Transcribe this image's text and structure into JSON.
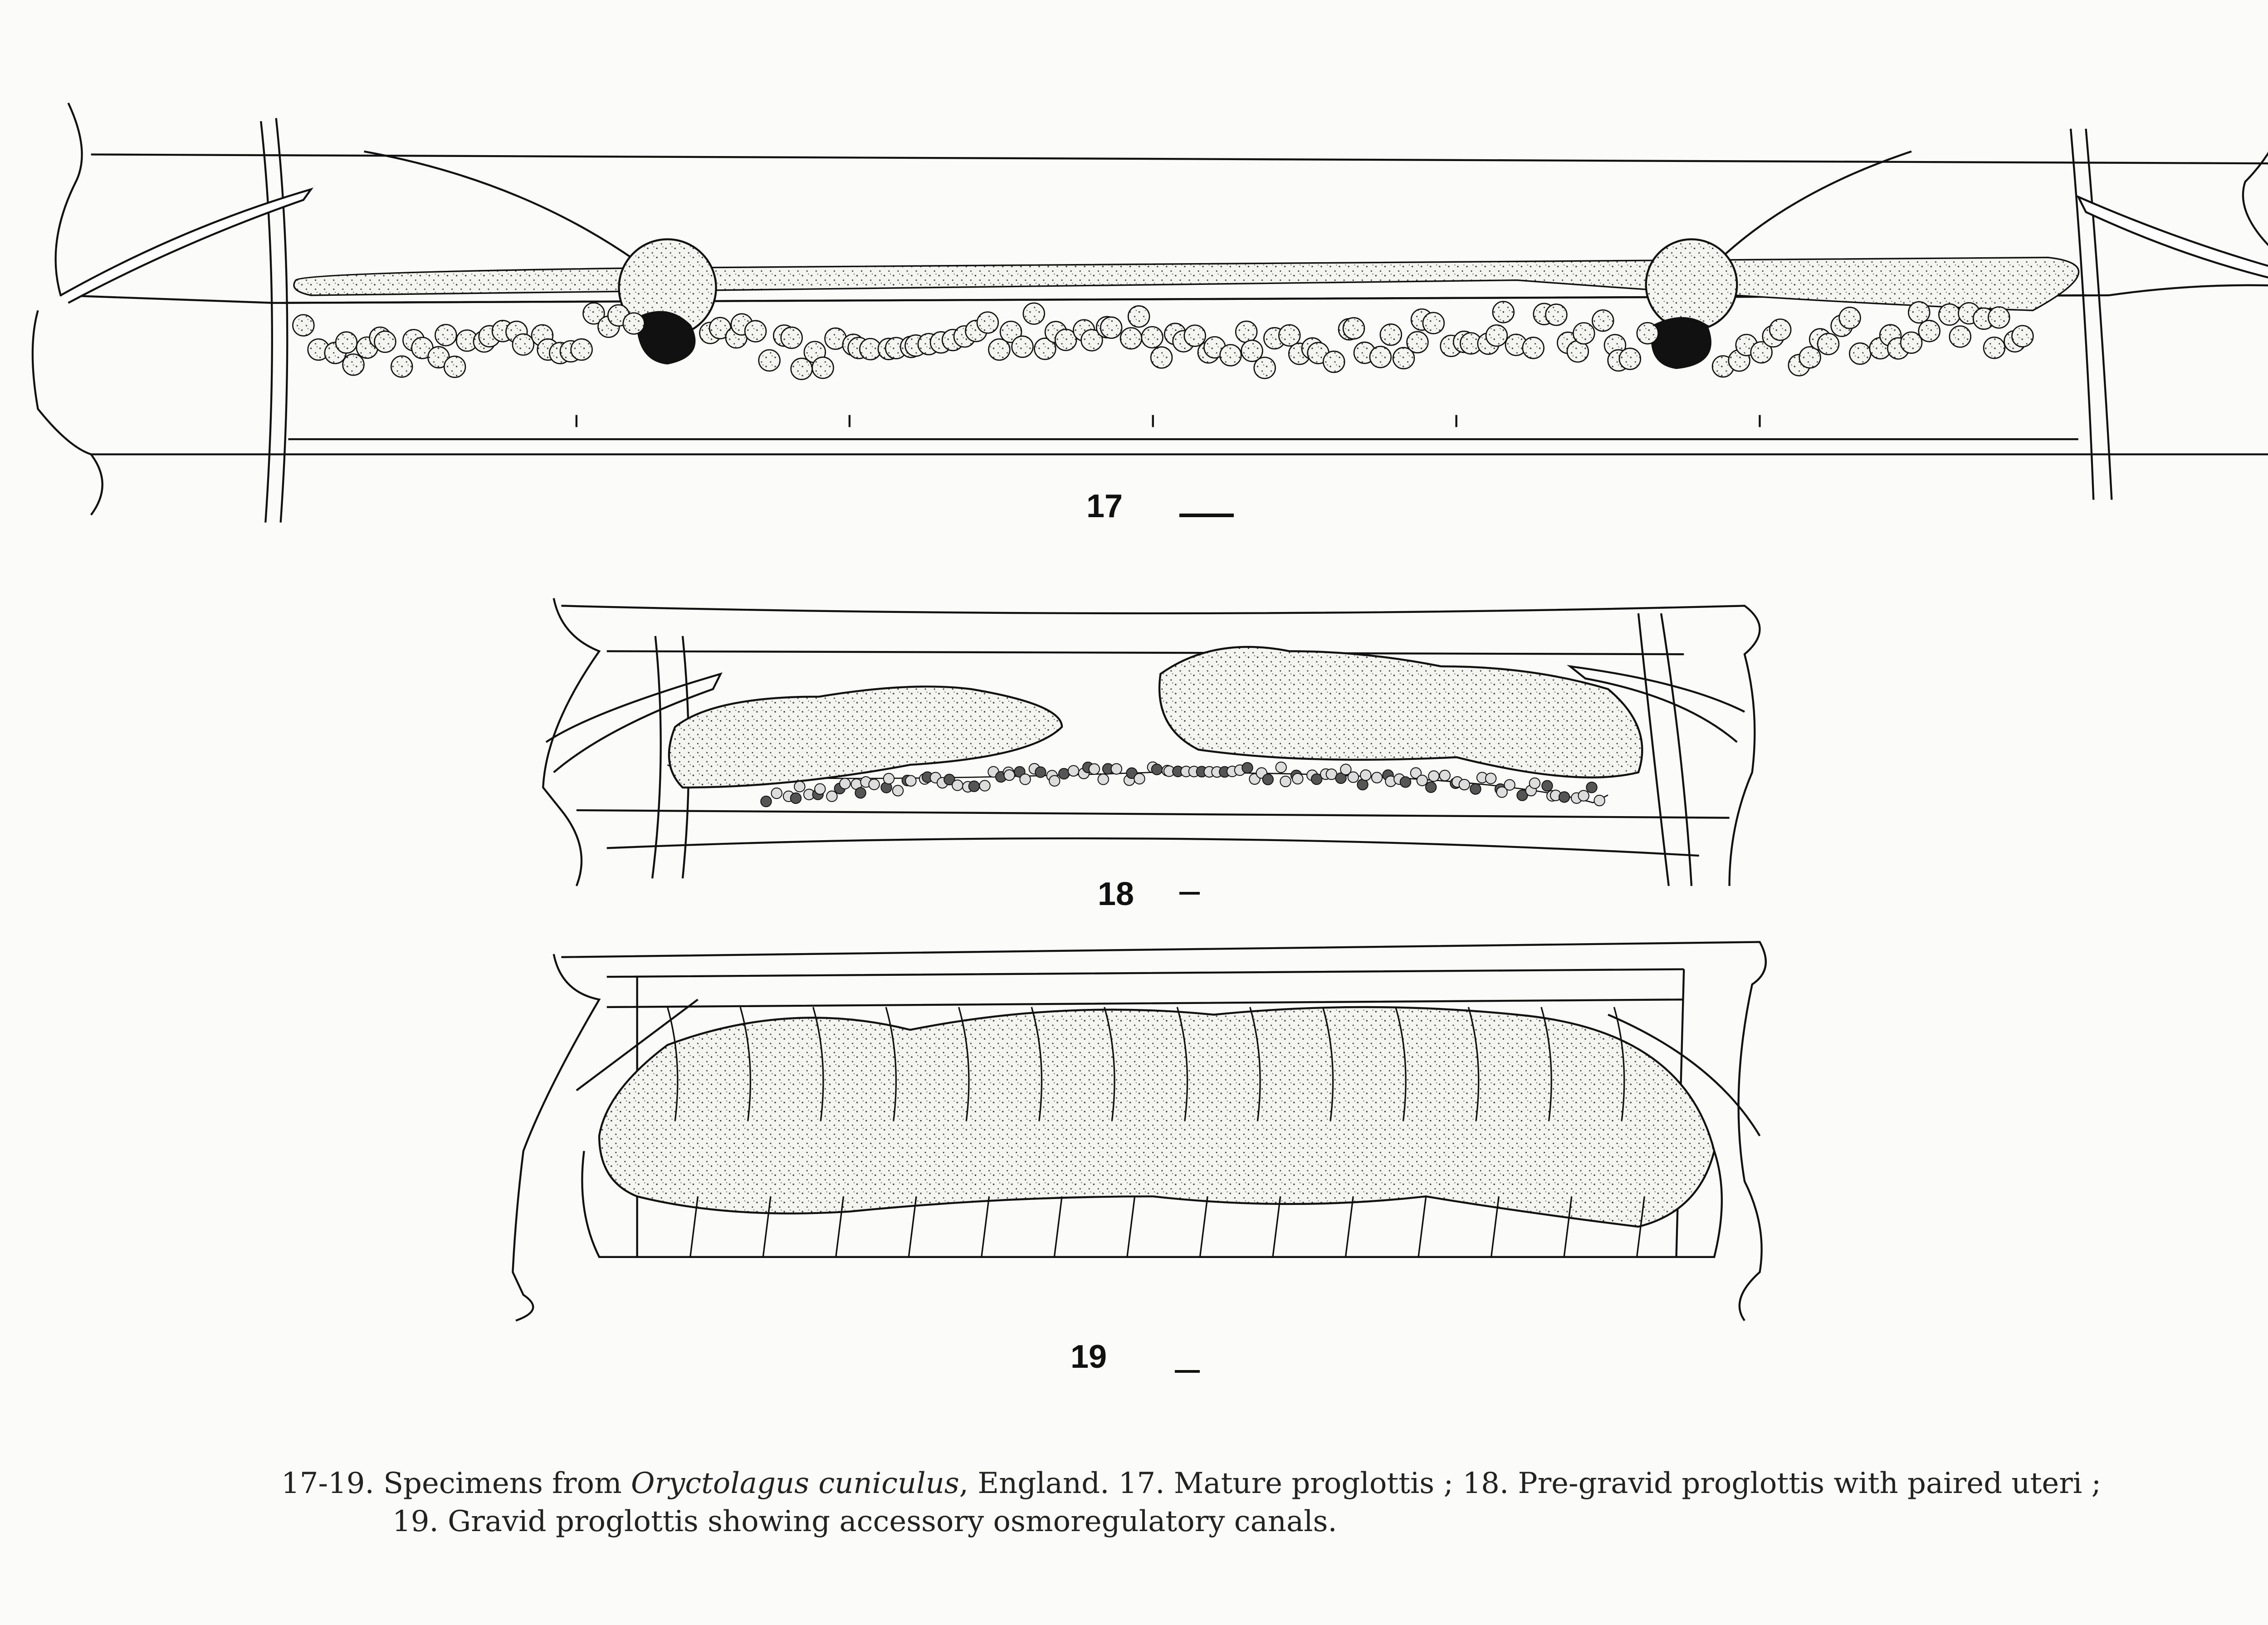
{
  "figures": [
    {
      "number": "17",
      "description": "Mature proglottis"
    },
    {
      "number": "18",
      "description": "Pre-gravid proglottis with paired uteri"
    },
    {
      "number": "19",
      "description": "Gravid proglottis showing accessory osmoregulatory canals"
    }
  ],
  "caption": {
    "prefix": "17-19. Specimens from ",
    "species": "Oryctolagus cuniculus",
    "line1_rest": ", England. 17. Mature proglottis ; 18. Pre-gravid proglottis with paired uteri ;",
    "line2": "19. Gravid proglottis showing accessory osmoregulatory canals."
  },
  "colors": {
    "ink": "#111111",
    "paper": "#fbfbf9",
    "stipple": "#e9e9e6"
  }
}
